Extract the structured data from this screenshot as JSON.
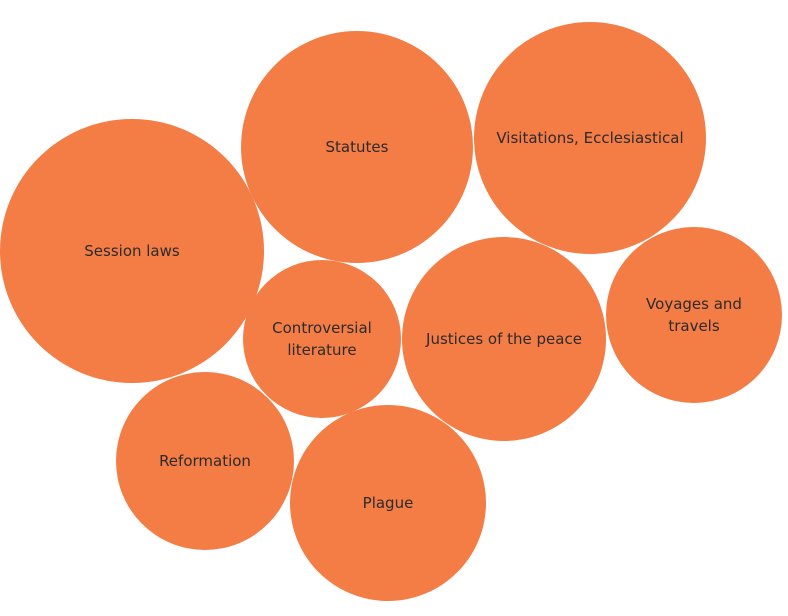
{
  "chart_data": {
    "type": "bubble",
    "title": "",
    "color": "#F47C45",
    "label_color": "#2b2b2b",
    "bubbles": [
      {
        "label": "Session laws",
        "lines": [
          "Session laws"
        ]
      },
      {
        "label": "Statutes",
        "lines": [
          "Statutes"
        ]
      },
      {
        "label": "Visitations, Ecclesiastical",
        "lines": [
          "Visitations, Ecclesiastical"
        ]
      },
      {
        "label": "Justices of the peace",
        "lines": [
          "Justices of the peace"
        ]
      },
      {
        "label": "Voyages and travels",
        "lines": [
          "Voyages and",
          "travels"
        ]
      },
      {
        "label": "Controversial literature",
        "lines": [
          "Controversial",
          "literature"
        ]
      },
      {
        "label": "Reformation",
        "lines": [
          "Reformation"
        ]
      },
      {
        "label": "Plague",
        "lines": [
          "Plague"
        ]
      }
    ]
  }
}
